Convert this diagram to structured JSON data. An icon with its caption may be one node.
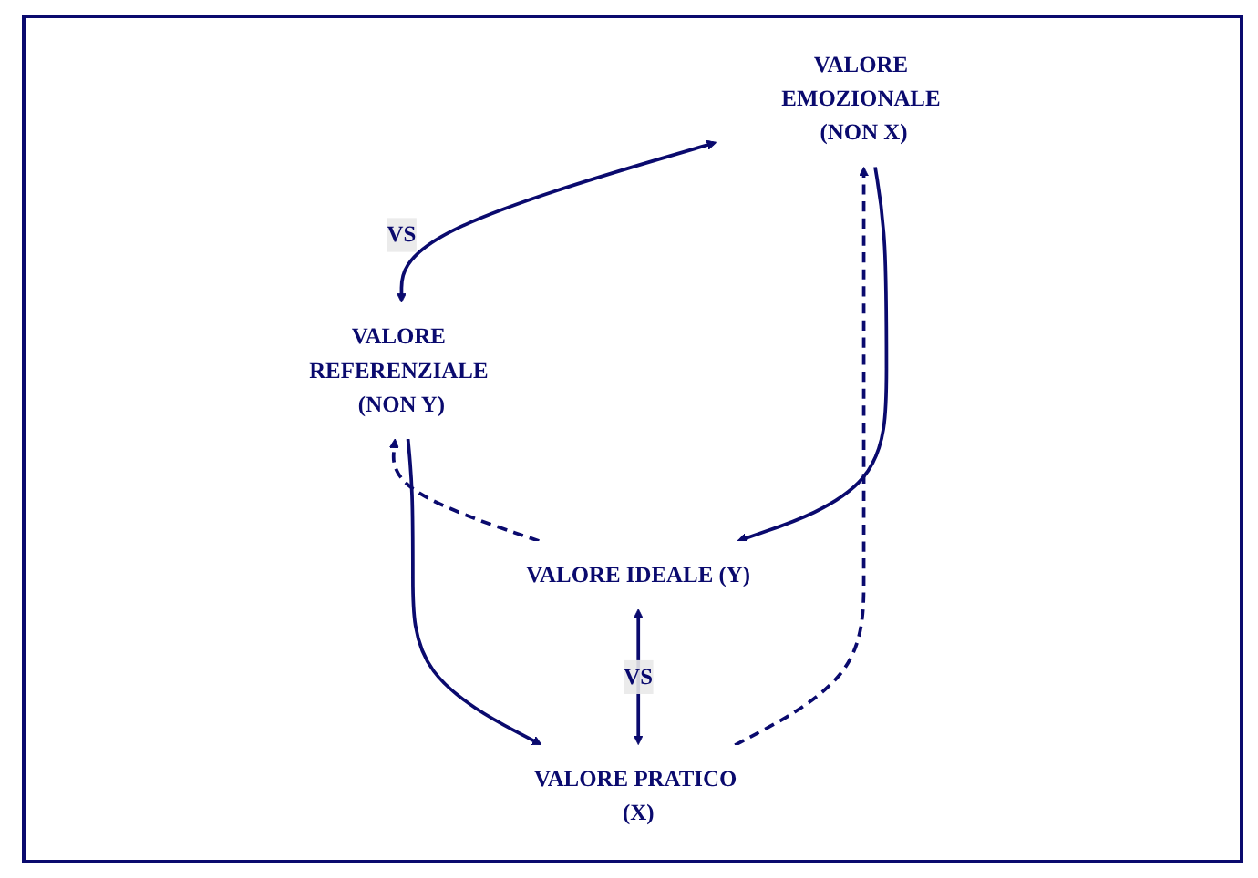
{
  "diagram": {
    "nodes": [
      {
        "text": [
          "VALORE PRATICO (X)"
        ]
      },
      {
        "text": [
          "VALORE IDEALE (Y)"
        ]
      },
      {
        "text": [
          "VALORE REFERENZIALE (NON Y)"
        ]
      },
      {
        "text": [
          "VALORE EMOZIONALE (NON X)"
        ]
      }
    ],
    "edges": [
      {
        "from": 0,
        "to": 1,
        "arrow": "both",
        "label": "VS"
      },
      {
        "from": 2,
        "to": 3,
        "arrow": "both",
        "label": "VS"
      },
      {
        "from": 2,
        "to": 0,
        "arrow": "to"
      },
      {
        "from": 3,
        "to": 1,
        "arrow": "to"
      },
      {
        "from": 0,
        "to": 3,
        "arrow": "to",
        "style": "dashed"
      },
      {
        "from": 1,
        "to": 2,
        "arrow": "to",
        "style": "dashed"
      }
    ]
  }
}
